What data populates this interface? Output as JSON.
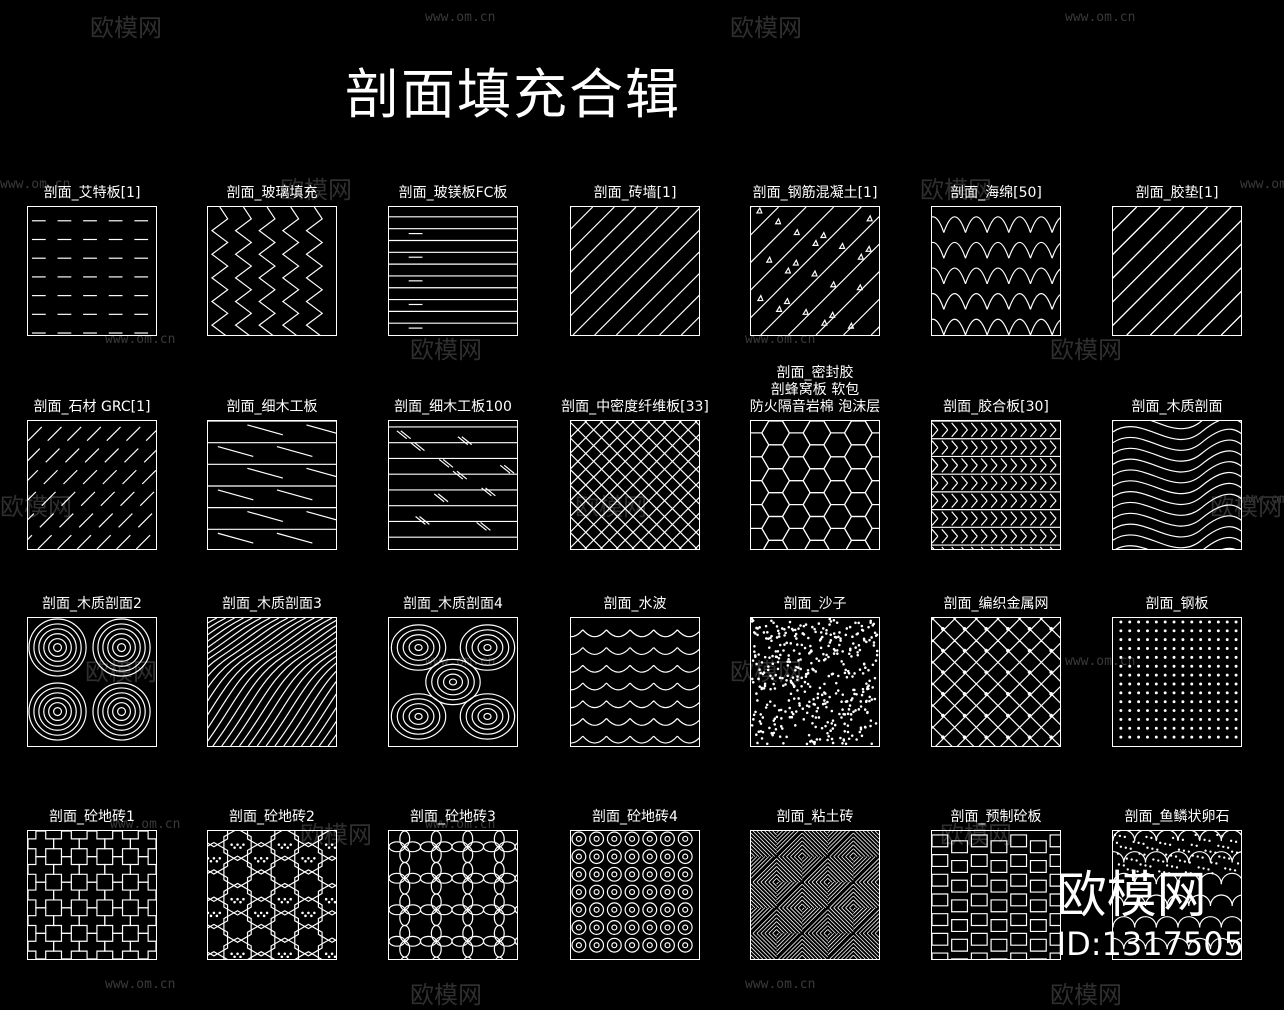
{
  "title": "剖面填充合辑",
  "watermark": {
    "url": "www.om.cn",
    "logo": "欧模网"
  },
  "brand": {
    "name": "欧模网",
    "id": "ID:1317505"
  },
  "patterns": [
    {
      "label": "剖面_艾特板[1]",
      "icon": "dashed-rows"
    },
    {
      "label": "剖面_玻璃填充",
      "icon": "zigzag-columns"
    },
    {
      "label": "剖面_玻镁板FC板",
      "icon": "horizontal-lines"
    },
    {
      "label": "剖面_砖墙[1]",
      "icon": "diagonal-lines"
    },
    {
      "label": "剖面_钢筋混凝土[1]",
      "icon": "concrete-hatch"
    },
    {
      "label": "剖面_海绵[50]",
      "icon": "sponge-arches"
    },
    {
      "label": "剖面_胶垫[1]",
      "icon": "stepped-diagonal"
    },
    {
      "label": "剖面_石材 GRC[1]",
      "icon": "dashed-diagonal"
    },
    {
      "label": "剖面_细木工板",
      "icon": "block-board"
    },
    {
      "label": "剖面_细木工板100",
      "icon": "board-lines"
    },
    {
      "label": "剖面_中密度纤维板[33]",
      "icon": "cross-hatch"
    },
    {
      "label": "剖面_密封胶\n剖蜂窝板 软包\n防火隔音岩棉 泡沫层",
      "icon": "hexagon-grid"
    },
    {
      "label": "剖面_胶合板[30]",
      "icon": "herringbone-rows"
    },
    {
      "label": "剖面_木质剖面",
      "icon": "wood-waves"
    },
    {
      "label": "剖面_木质剖面2",
      "icon": "wood-rings"
    },
    {
      "label": "剖面_木质剖面3",
      "icon": "wood-grain"
    },
    {
      "label": "剖面_木质剖面4",
      "icon": "wood-knots"
    },
    {
      "label": "剖面_水波",
      "icon": "water-scallops"
    },
    {
      "label": "剖面_沙子",
      "icon": "sand-dots"
    },
    {
      "label": "剖面_编织金属网",
      "icon": "chain-link"
    },
    {
      "label": "剖面_钢板",
      "icon": "dot-grid"
    },
    {
      "label": "剖面_砼地砖1",
      "icon": "tile-cross"
    },
    {
      "label": "剖面_砼地砖2",
      "icon": "tile-hex"
    },
    {
      "label": "剖面_砼地砖3",
      "icon": "tile-flower"
    },
    {
      "label": "剖面_砼地砖4",
      "icon": "tile-circles"
    },
    {
      "label": "剖面_粘土砖",
      "icon": "clay-weave"
    },
    {
      "label": "剖面_预制砼板",
      "icon": "precast-zigzag"
    },
    {
      "label": "剖面_鱼鳞状卵石",
      "icon": "fish-scale"
    }
  ]
}
